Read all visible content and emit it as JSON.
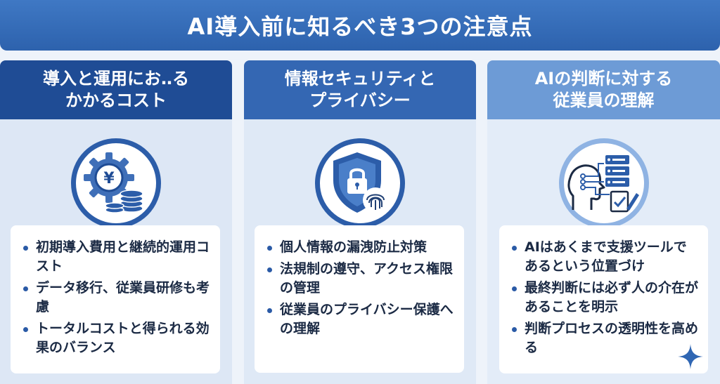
{
  "title": "AI導入前に知るべき3つの注意点",
  "columns": [
    {
      "heading_line1": "導入と運用にお‥る",
      "heading_line2": "かかるコスト",
      "icon": "yen-gear-coins-icon",
      "items": [
        "初期導入費用と継続的運用コスト",
        "データ移行、従業員研修も考慮",
        "トータルコストと得られる効果のバランス"
      ]
    },
    {
      "heading_line1": "情報セキュリティと",
      "heading_line2": "プライバシー",
      "icon": "shield-lock-fingerprint-icon",
      "items": [
        "個人情報の漏洩防止対策",
        "法規制の遵守、アクセス権限の管理",
        "従業員のプライバシー保護への理解"
      ]
    },
    {
      "heading_line1": "AIの判断に対する",
      "heading_line2": "従業員の理解",
      "icon": "head-server-checklist-icon",
      "items": [
        "AIはあくまで支援ツールであるという位置づけ",
        "最終判断には必ず人の介在があることを明示",
        "判断プロセスの透明性を高める"
      ]
    }
  ],
  "colors": {
    "title_bar": "#3a6fbd",
    "col1_header": "#1f4c95",
    "col2_header": "#3467b3",
    "col3_header": "#6d9bd6",
    "bullet": "#2a5aa6"
  },
  "decoration": "sparkle-icon"
}
